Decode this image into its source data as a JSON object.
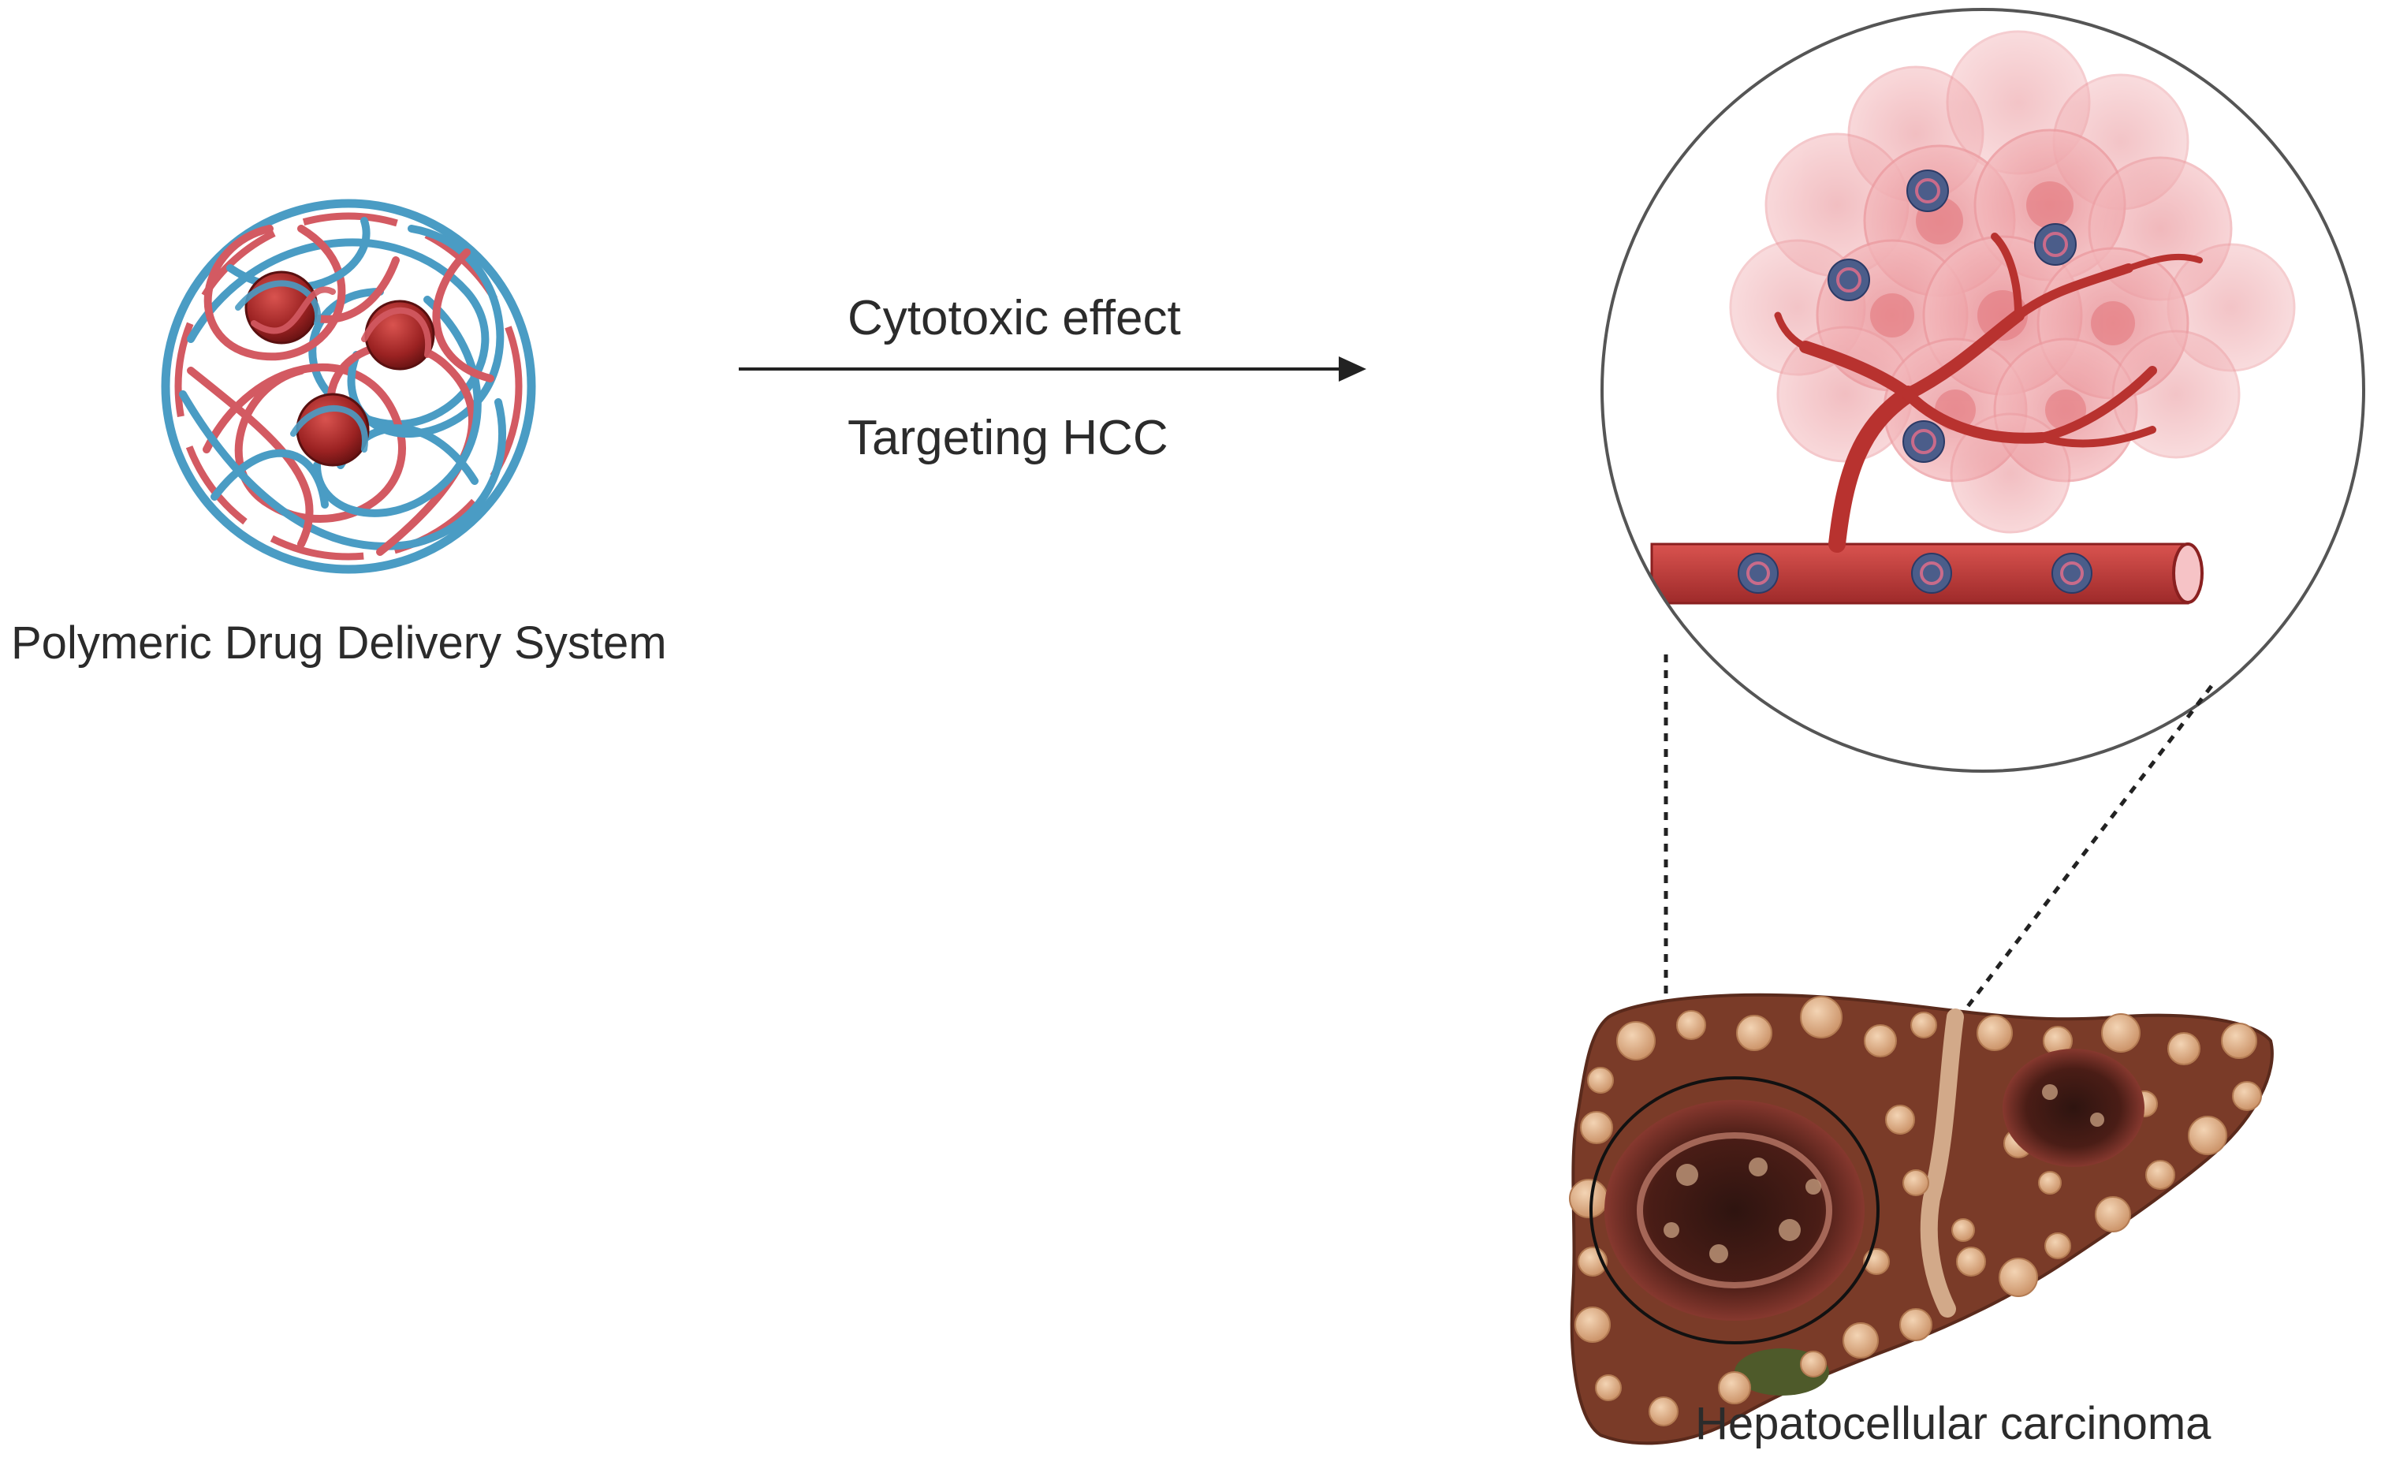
{
  "figure": {
    "nanoparticle_label": "Polymeric Drug Delivery System",
    "arrow_label_top": "Cytotoxic effect",
    "arrow_label_bottom": "Targeting HCC",
    "liver_label": "Hepatocellular carcinoma"
  },
  "colors": {
    "polymer_blue": "#4a9cc4",
    "polymer_red": "#d35a62",
    "drug_core": "#a52a2a",
    "tumor_pink": "#f2a3a7",
    "vessel_red": "#c23b3b",
    "liver_brown": "#7a3b28",
    "nodule_tan": "#e0b48c"
  },
  "icons": [
    "polymeric-nanoparticle-icon",
    "tumor-cluster-icon",
    "blood-vessel-icon",
    "liver-icon"
  ]
}
